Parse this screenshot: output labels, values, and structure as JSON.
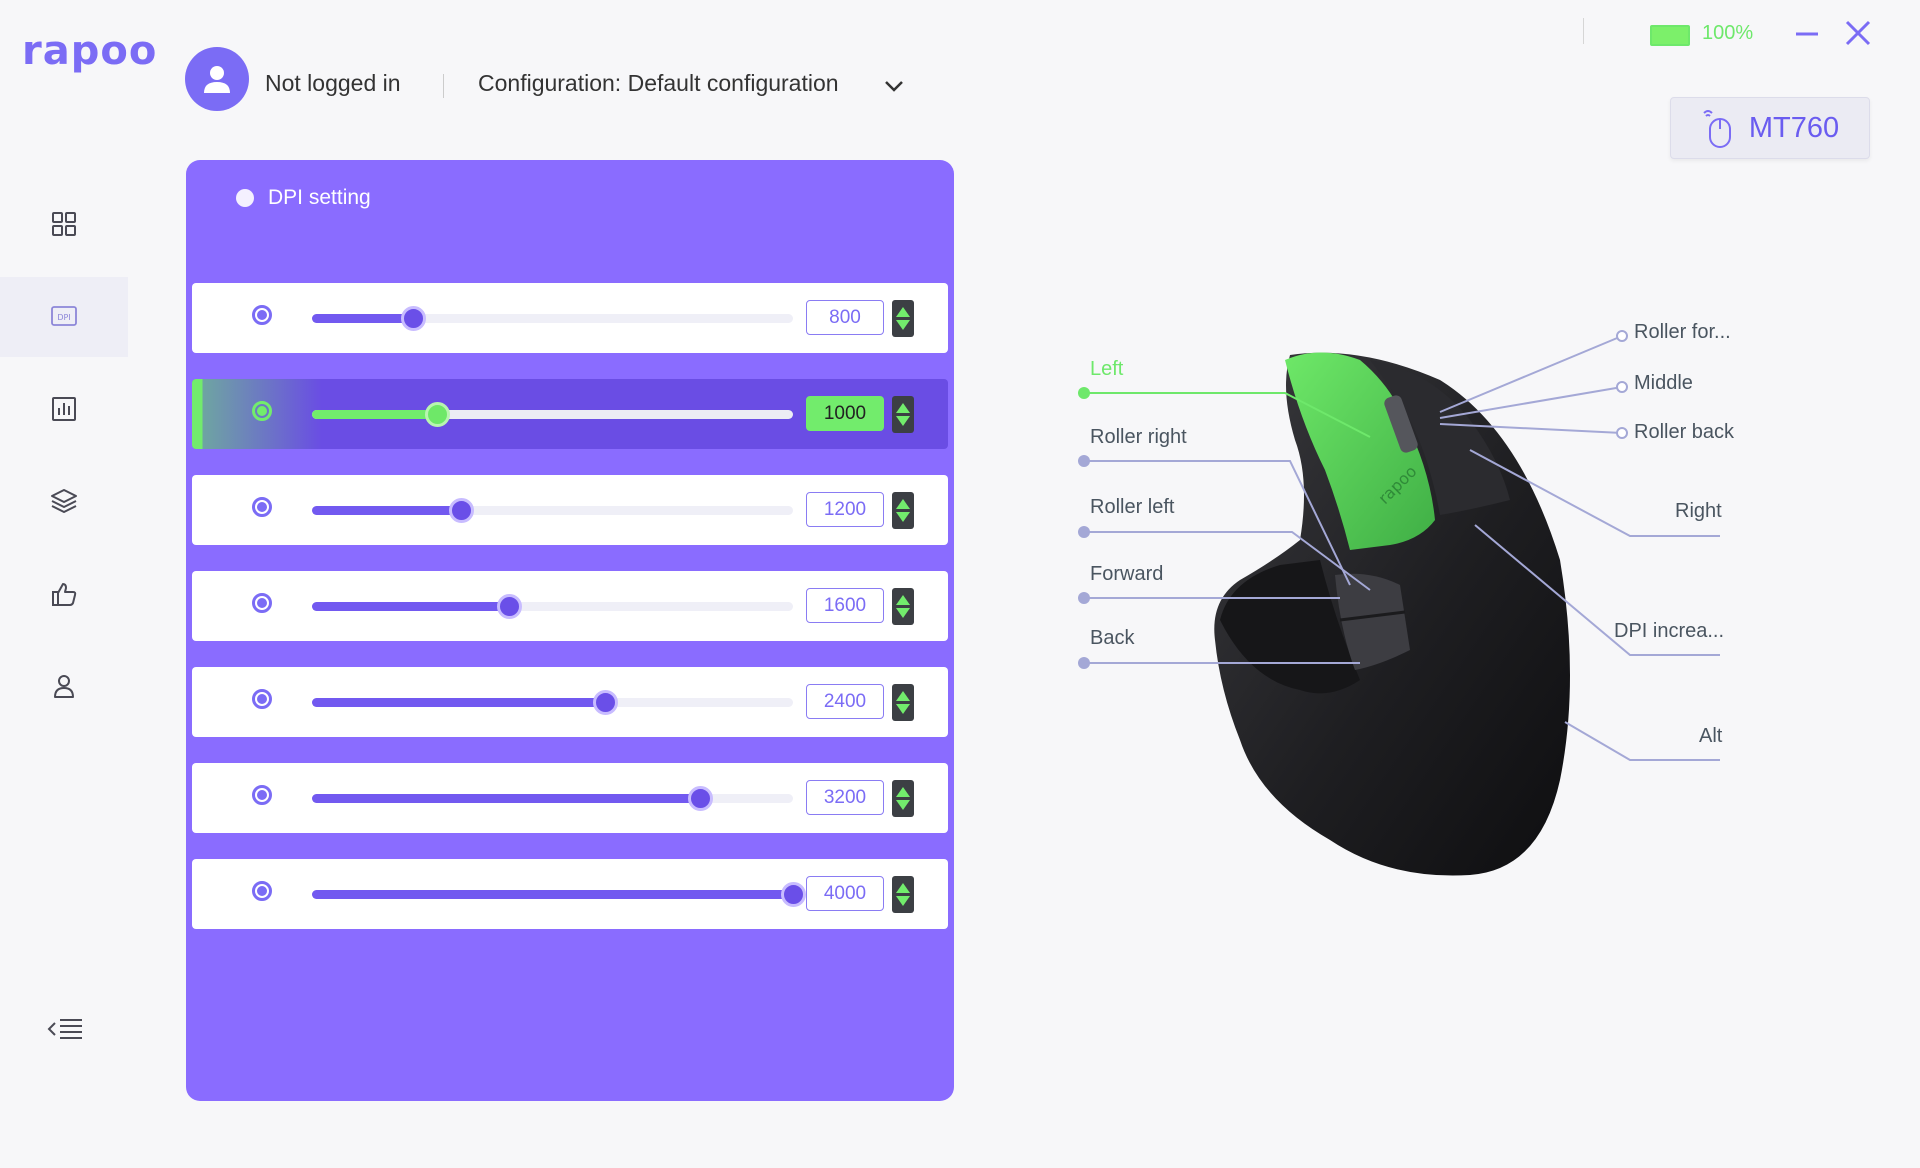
{
  "brand": {
    "logo_text": "rapoo"
  },
  "header": {
    "user_status": "Not logged in",
    "configuration": "Configuration: Default configuration"
  },
  "battery": {
    "percent_label": "100%",
    "level": 1.0
  },
  "device": {
    "name": "MT760"
  },
  "sidebar": {
    "items": [
      {
        "name": "dashboard",
        "icon": "grid-icon"
      },
      {
        "name": "dpi",
        "icon": "dpi-icon",
        "active": true
      },
      {
        "name": "stats",
        "icon": "chart-icon"
      },
      {
        "name": "layers",
        "icon": "layers-icon"
      },
      {
        "name": "feedback",
        "icon": "thumbs-up-icon"
      },
      {
        "name": "account",
        "icon": "user-icon"
      }
    ]
  },
  "dpi_panel": {
    "title": "DPI setting",
    "max_dpi": 4000,
    "levels": [
      {
        "value": "800",
        "fraction": 0.21,
        "selected": false
      },
      {
        "value": "1000",
        "fraction": 0.26,
        "selected": true
      },
      {
        "value": "1200",
        "fraction": 0.31,
        "selected": false
      },
      {
        "value": "1600",
        "fraction": 0.41,
        "selected": false
      },
      {
        "value": "2400",
        "fraction": 0.61,
        "selected": false
      },
      {
        "value": "3200",
        "fraction": 0.806,
        "selected": false
      },
      {
        "value": "4000",
        "fraction": 1.0,
        "selected": false
      }
    ]
  },
  "mouse_buttons": {
    "left": "Left",
    "roller_right": "Roller right",
    "roller_left": "Roller left",
    "forward": "Forward",
    "back": "Back",
    "roller_forward": "Roller for...",
    "middle": "Middle",
    "roller_back": "Roller back",
    "right": "Right",
    "dpi_increase": "DPI increa...",
    "alt": "Alt"
  },
  "colors": {
    "accent": "#7b6cf5",
    "panel": "#8a6cff",
    "highlight": "#72ec6c"
  }
}
